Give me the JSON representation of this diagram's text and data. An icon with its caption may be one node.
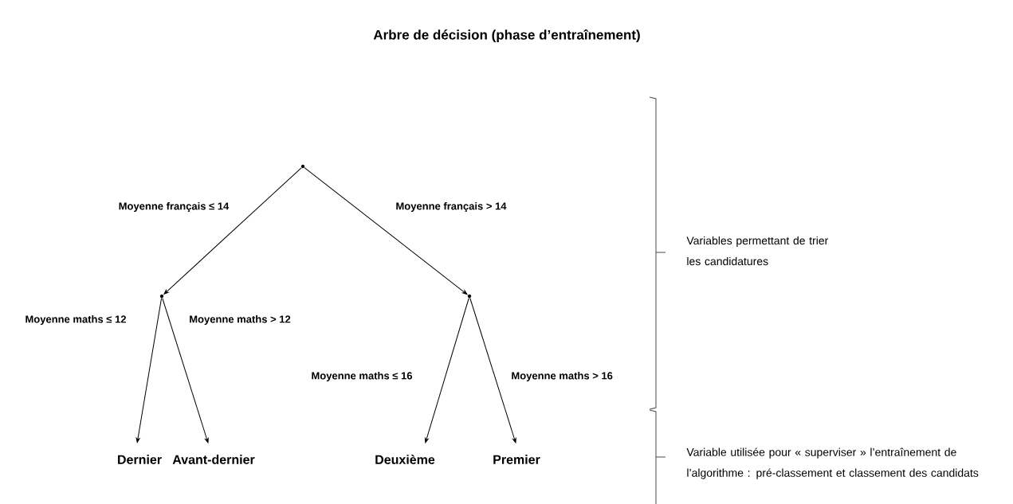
{
  "diagram": {
    "title": "Arbre de décision (phase d’entraînement)",
    "nodes": [
      {
        "text": [],
        "shape": "point"
      },
      {
        "text": [],
        "shape": "point"
      },
      {
        "text": [],
        "shape": "point"
      },
      {
        "text": [
          "Dernier"
        ]
      },
      {
        "text": [
          "Avant-dernier"
        ]
      },
      {
        "text": [
          "Deuxième"
        ]
      },
      {
        "text": [
          "Premier"
        ]
      }
    ],
    "edges": [
      {
        "from": 0,
        "to": 1,
        "arrow": "to",
        "label": "Moyenne français ≤ 14"
      },
      {
        "from": 0,
        "to": 2,
        "arrow": "to",
        "label": "Moyenne français > 14"
      },
      {
        "from": 1,
        "to": 3,
        "arrow": "to",
        "label": "Moyenne maths ≤ 12"
      },
      {
        "from": 1,
        "to": 4,
        "arrow": "to",
        "label": "Moyenne maths > 12"
      },
      {
        "from": 2,
        "to": 5,
        "arrow": "to",
        "label": "Moyenne maths ≤ 16"
      },
      {
        "from": 2,
        "to": 6,
        "arrow": "to",
        "label": "Moyenne maths > 16"
      }
    ],
    "labels": [
      "Variables permettant de trier les candidatures",
      "Variable utilisée pour « superviser » l’entraînement de l’algorithme : pré-classement et classement des candidats"
    ]
  }
}
